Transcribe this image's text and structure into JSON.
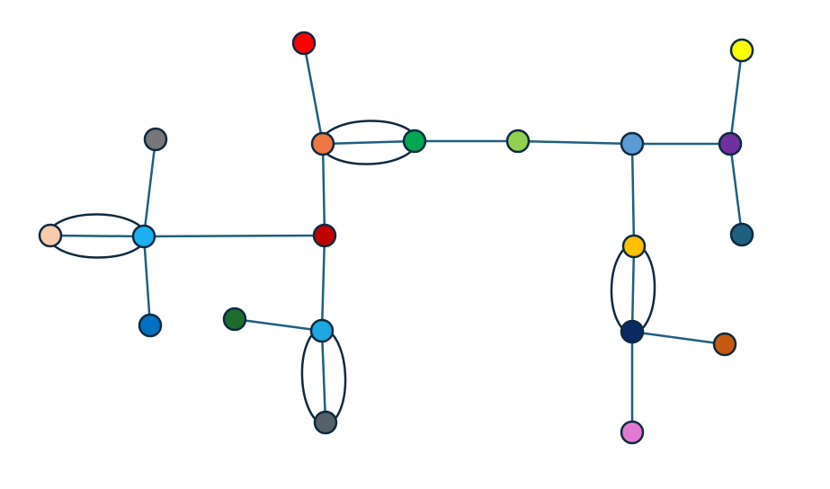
{
  "graph": {
    "background": "#ffffff",
    "edge_color": "#1f5f7f",
    "outline_color": "#0e2a3f",
    "nodes": [
      {
        "id": "n1",
        "color": "#ff0000"
      },
      {
        "id": "n2",
        "color": "#ee7744"
      },
      {
        "id": "n3",
        "color": "#00a651"
      },
      {
        "id": "n4",
        "color": "#92d050"
      },
      {
        "id": "n5",
        "color": "#5b9bd5"
      },
      {
        "id": "n6",
        "color": "#7030a0"
      },
      {
        "id": "n7",
        "color": "#ffff00"
      },
      {
        "id": "n8",
        "color": "#1f5f7f"
      },
      {
        "id": "n9",
        "color": "#777777"
      },
      {
        "id": "n10",
        "color": "#f8cbad"
      },
      {
        "id": "n11",
        "color": "#1cb0f0"
      },
      {
        "id": "n12",
        "color": "#0070c0"
      },
      {
        "id": "n13",
        "color": "#c00000"
      },
      {
        "id": "n14",
        "color": "#1e6b2e"
      },
      {
        "id": "n15",
        "color": "#1ea7e0"
      },
      {
        "id": "n16",
        "color": "#556068"
      },
      {
        "id": "n17",
        "color": "#ffc000"
      },
      {
        "id": "n18",
        "color": "#0b2a63"
      },
      {
        "id": "n19",
        "color": "#c55a11"
      },
      {
        "id": "n20",
        "color": "#e07ad0"
      }
    ],
    "edges": [
      [
        "n1",
        "n2"
      ],
      [
        "n2",
        "n3"
      ],
      [
        "n3",
        "n4"
      ],
      [
        "n4",
        "n5"
      ],
      [
        "n5",
        "n6"
      ],
      [
        "n6",
        "n7"
      ],
      [
        "n6",
        "n8"
      ],
      [
        "n2",
        "n13"
      ],
      [
        "n13",
        "n11"
      ],
      [
        "n11",
        "n10"
      ],
      [
        "n11",
        "n9"
      ],
      [
        "n11",
        "n12"
      ],
      [
        "n13",
        "n15"
      ],
      [
        "n14",
        "n15"
      ],
      [
        "n15",
        "n16"
      ],
      [
        "n5",
        "n17"
      ],
      [
        "n17",
        "n18"
      ],
      [
        "n18",
        "n19"
      ],
      [
        "n18",
        "n20"
      ]
    ],
    "loops": [
      [
        "n2",
        "n3"
      ],
      [
        "n10",
        "n11"
      ],
      [
        "n15",
        "n16"
      ],
      [
        "n17",
        "n18"
      ]
    ]
  }
}
